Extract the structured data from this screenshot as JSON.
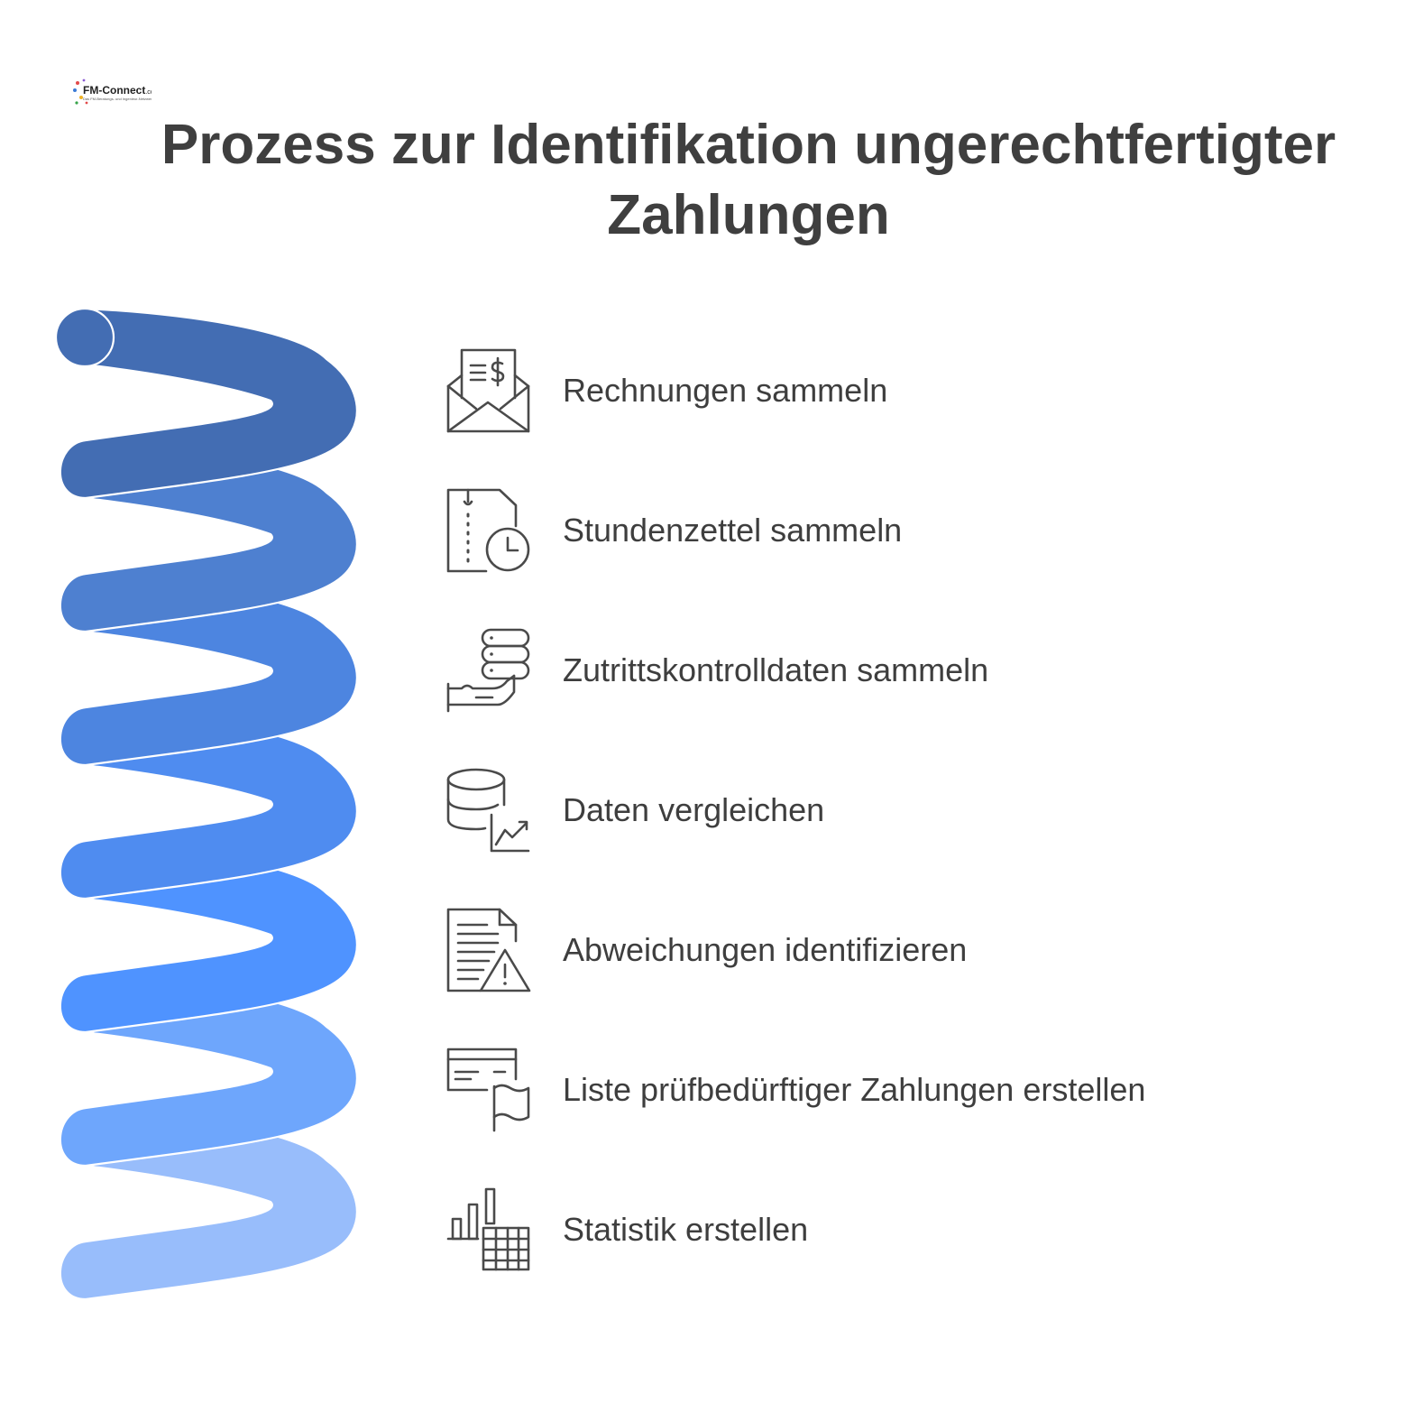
{
  "logo": {
    "text": "FM-Connect.com",
    "tagline": "Das FM-Beratungs- und Ingenieur-Netzwerk"
  },
  "title": {
    "line1": "Prozess zur Identifikation ungerechtfertigter",
    "line2": "Zahlungen"
  },
  "spring_colors": [
    "#436db3",
    "#4e80d0",
    "#4d85e0",
    "#4f8cf0",
    "#4f93ff",
    "#6ea6fc",
    "#98bdfb"
  ],
  "steps": [
    {
      "label": "Rechnungen sammeln",
      "icon": "mail-invoice-icon"
    },
    {
      "label": "Stundenzettel sammeln",
      "icon": "timesheet-clock-icon"
    },
    {
      "label": "Zutrittskontrolldaten sammeln",
      "icon": "hand-database-icon"
    },
    {
      "label": "Daten vergleichen",
      "icon": "database-chart-icon"
    },
    {
      "label": "Abweichungen identifizieren",
      "icon": "document-warning-icon"
    },
    {
      "label": "Liste prüfbedürftiger Zahlungen erstellen",
      "icon": "card-flag-icon"
    },
    {
      "label": "Statistik erstellen",
      "icon": "bar-chart-table-icon"
    }
  ]
}
